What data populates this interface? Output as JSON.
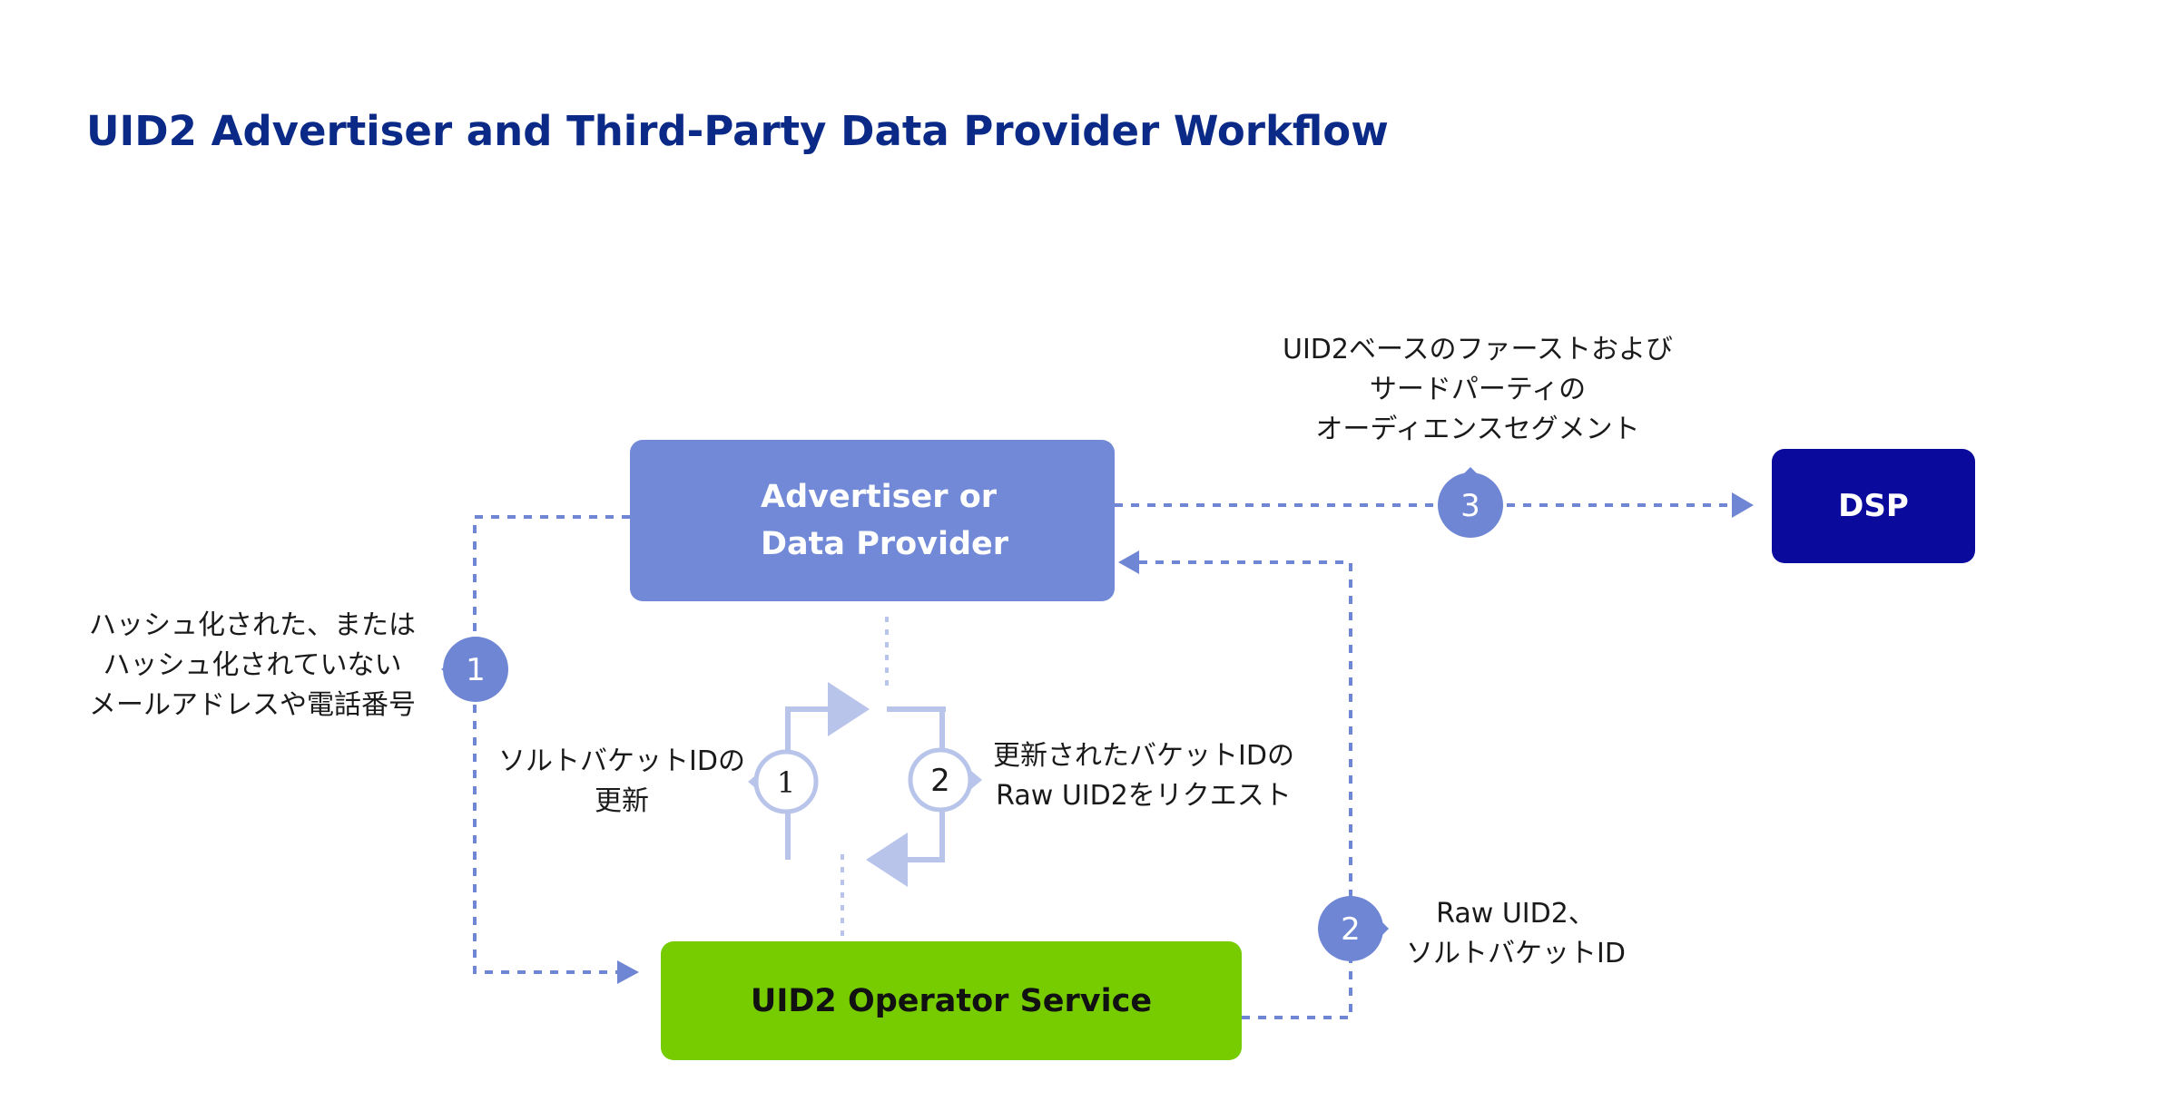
{
  "title": "UID2 Advertiser and Third-Party Data Provider Workflow",
  "nodes": {
    "advertiser": {
      "line1": "Advertiser or",
      "line2": "Data Provider"
    },
    "dsp": "DSP",
    "operator": "UID2 Operator Service"
  },
  "steps": {
    "step1_badge": "1",
    "step1_label": [
      "ハッシュ化された、または",
      "ハッシュ化されていない",
      "メールアドレスや電話番号"
    ],
    "step2_badge": "2",
    "step2_label": [
      "Raw UID2、",
      "ソルトバケットID"
    ],
    "step3_badge": "3",
    "step3_label": [
      "UID2ベースのファーストおよび",
      "サードパーティの",
      "オーディエンスセグメント"
    ]
  },
  "loop": {
    "sub1_badge": "1",
    "sub1_label": [
      "ソルトバケットIDの",
      "更新"
    ],
    "sub2_badge": "2",
    "sub2_label": [
      "更新されたバケットIDの",
      "Raw UID2をリクエスト"
    ]
  },
  "colors": {
    "title": "#0b2a87",
    "advertiser": "#7189d6",
    "dsp": "#0a0a9c",
    "operator": "#77cc00",
    "dashed_line": "#6f86d4",
    "loop_line": "#b8c4ea"
  }
}
